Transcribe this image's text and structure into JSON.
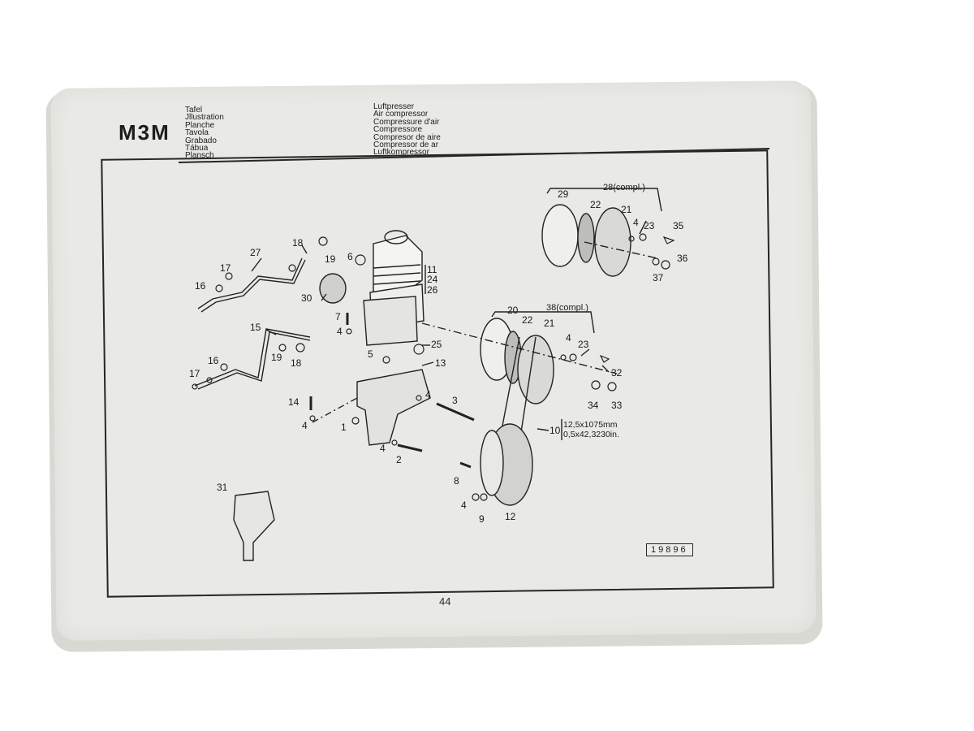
{
  "header": {
    "plate_code": "M3M",
    "label_terms": [
      "Tafel",
      "Jllustration",
      "Planche",
      "Tavola",
      "Grabado",
      "Tábua",
      "Plansch"
    ],
    "title_terms": [
      "Luftpresser",
      "Air compressor",
      "Compressure d'air",
      "Compressore",
      "Compresor de aire",
      "Compressor de ar",
      "Luftkompressor"
    ]
  },
  "callouts": [
    "1",
    "2",
    "3",
    "4",
    "5",
    "6",
    "7",
    "8",
    "9",
    "10",
    "11",
    "12",
    "13",
    "14",
    "15",
    "16",
    "17",
    "18",
    "19",
    "20",
    "21",
    "22",
    "23",
    "24",
    "25",
    "26",
    "27",
    "28",
    "29",
    "30",
    "31",
    "32",
    "33",
    "34",
    "35",
    "36",
    "37",
    "38"
  ],
  "assembly_labels": {
    "set_28": "28(compl.)",
    "set_38": "38(compl.)",
    "belt_mm": "12,5x1075mm",
    "belt_in": "0,5x42,3230in."
  },
  "drawing_number": "19896",
  "page_number": "44"
}
